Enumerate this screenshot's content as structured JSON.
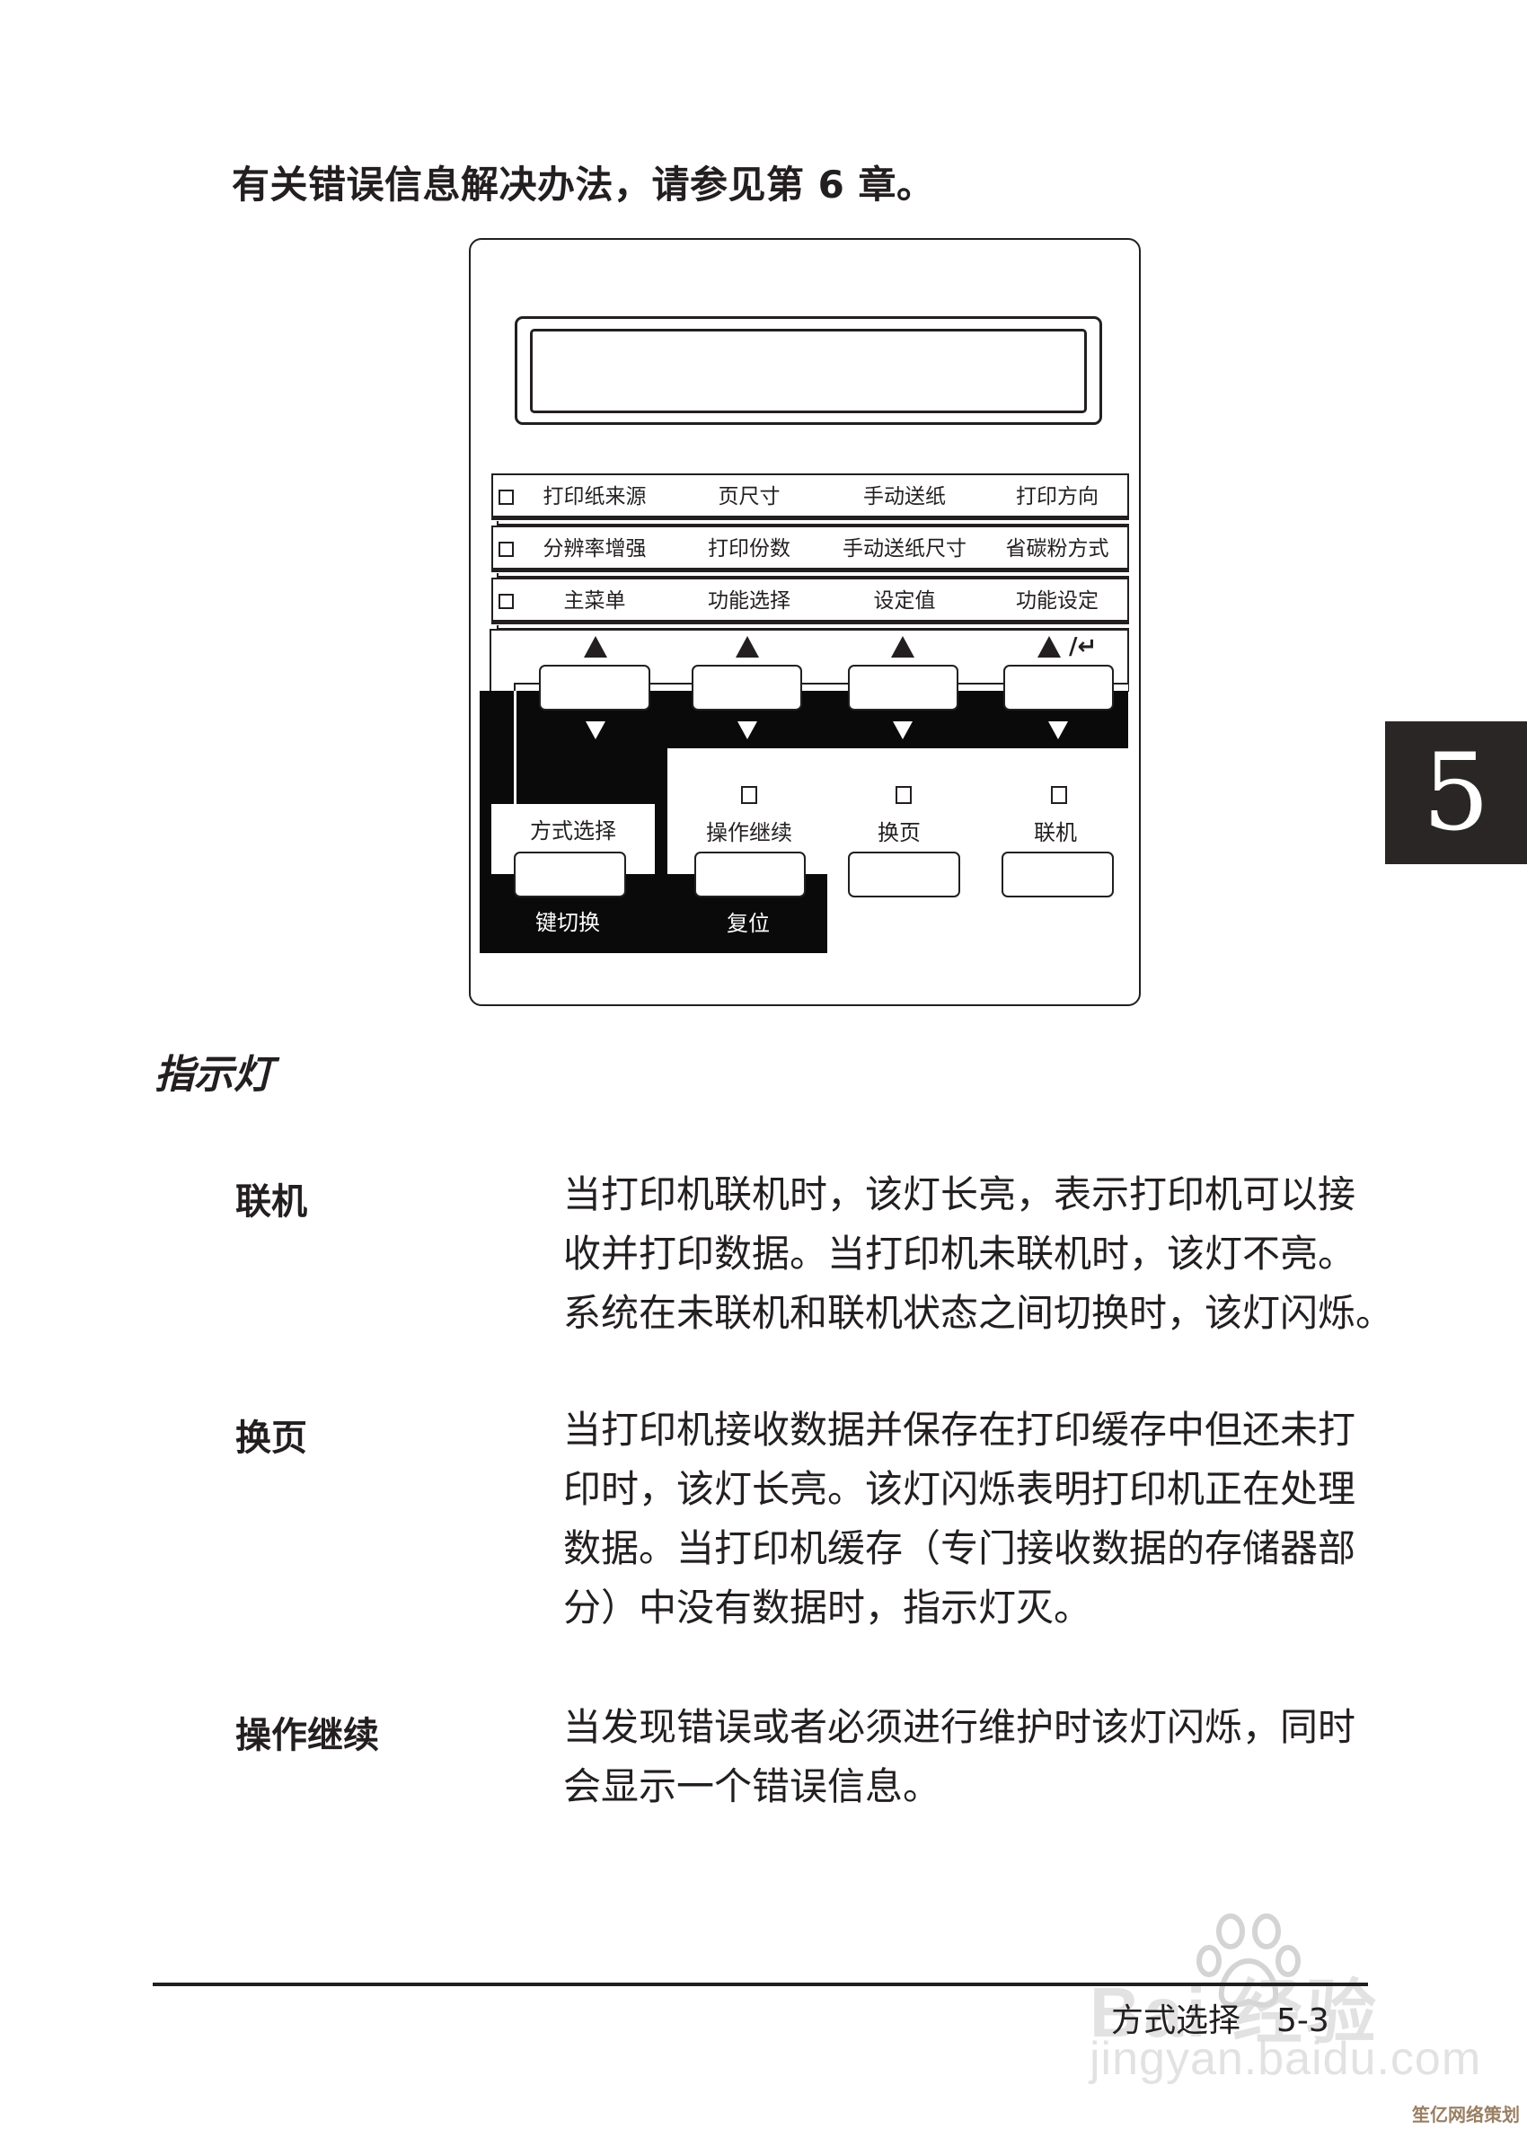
{
  "intro": "有关错误信息解决办法，请参见第 6 章。",
  "control_panel": {
    "display": "",
    "rows": [
      {
        "labels": [
          "打印纸来源",
          "页尺寸",
          "手动送纸",
          "打印方向"
        ]
      },
      {
        "labels": [
          "分辨率增强",
          "打印份数",
          "手动送纸尺寸",
          "省碳粉方式"
        ]
      },
      {
        "labels": [
          "主菜单",
          "功能选择",
          "设定值",
          "功能设定"
        ]
      }
    ],
    "arrow_keys": [
      {
        "up": "▲",
        "down": "▼"
      },
      {
        "up": "▲",
        "down": "▼"
      },
      {
        "up": "▲",
        "down": "▼"
      },
      {
        "up": "▲",
        "extra": "/↵",
        "down": "▼"
      }
    ],
    "lower_keys": [
      {
        "top_label": "方式选择",
        "bottom_label": "键切换"
      },
      {
        "top_label": "操作继续",
        "bottom_label": "复位",
        "led": true
      },
      {
        "top_label": "换页",
        "led": true
      },
      {
        "top_label": "联机",
        "led": true
      }
    ]
  },
  "chapter_tab": "5",
  "section": {
    "title": "指示灯",
    "items": [
      {
        "term": "联机",
        "lines": [
          "当打印机联机时，该灯长亮，表示打印机可以接",
          "收并打印数据。当打印机未联机时，该灯不亮。",
          "系统在未联机和联机状态之间切换时，该灯闪烁。"
        ]
      },
      {
        "term": "换页",
        "lines": [
          "当打印机接收数据并保存在打印缓存中但还未打",
          "印时，该灯长亮。该灯闪烁表明打印机正在处理",
          "数据。当打印机缓存（专门接收数据的存储器部",
          "分）中没有数据时，指示灯灭。"
        ]
      },
      {
        "term": "操作继续",
        "lines": [
          "当发现错误或者必须进行维护时该灯闪烁，同时",
          "会显示一个错误信息。"
        ]
      }
    ]
  },
  "footer": {
    "section_name": "方式选择",
    "page": "5-3"
  },
  "watermark": {
    "logo_text": "Bai  经验",
    "url": "jingyan.baidu.com"
  },
  "corner_mark": "笙亿网络策划",
  "colors": {
    "ink": "#231f20",
    "tab_bg": "#2a2626",
    "corner_mark": "#9a7f63"
  }
}
